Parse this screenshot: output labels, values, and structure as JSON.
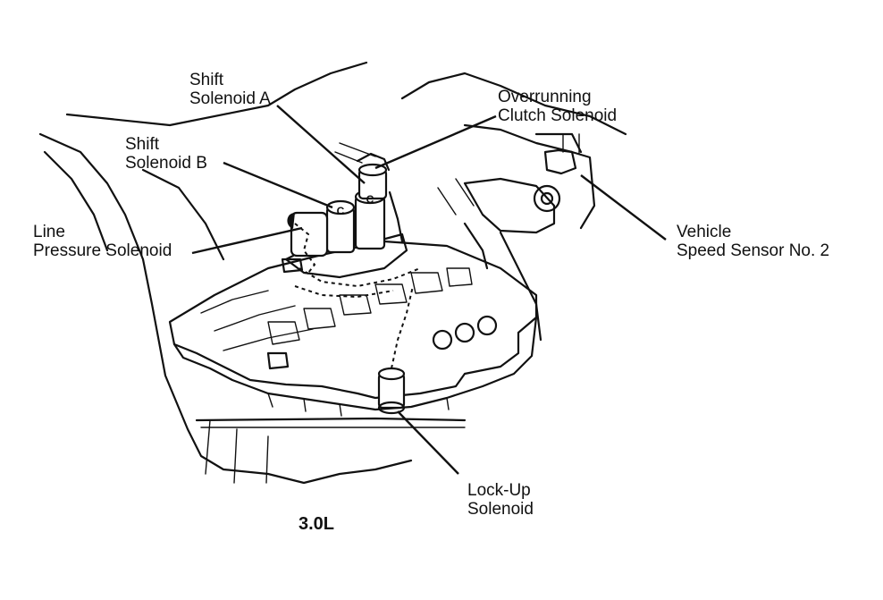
{
  "diagram": {
    "engine_label": "3.0L",
    "labels": {
      "shift_solenoid_a": [
        "Shift",
        "Solenoid A"
      ],
      "shift_solenoid_b": [
        "Shift",
        "Solenoid B"
      ],
      "overrunning_clutch_solenoid": [
        "Overrunning",
        "Clutch Solenoid"
      ],
      "line_pressure_solenoid": [
        "Line",
        "Pressure Solenoid"
      ],
      "vehicle_speed_sensor": [
        "Vehicle",
        "Speed Sensor No. 2"
      ],
      "lock_up_solenoid": [
        "Lock-Up",
        "Solenoid"
      ]
    },
    "solenoid_marks": {
      "a": "C",
      "b": "C"
    }
  }
}
